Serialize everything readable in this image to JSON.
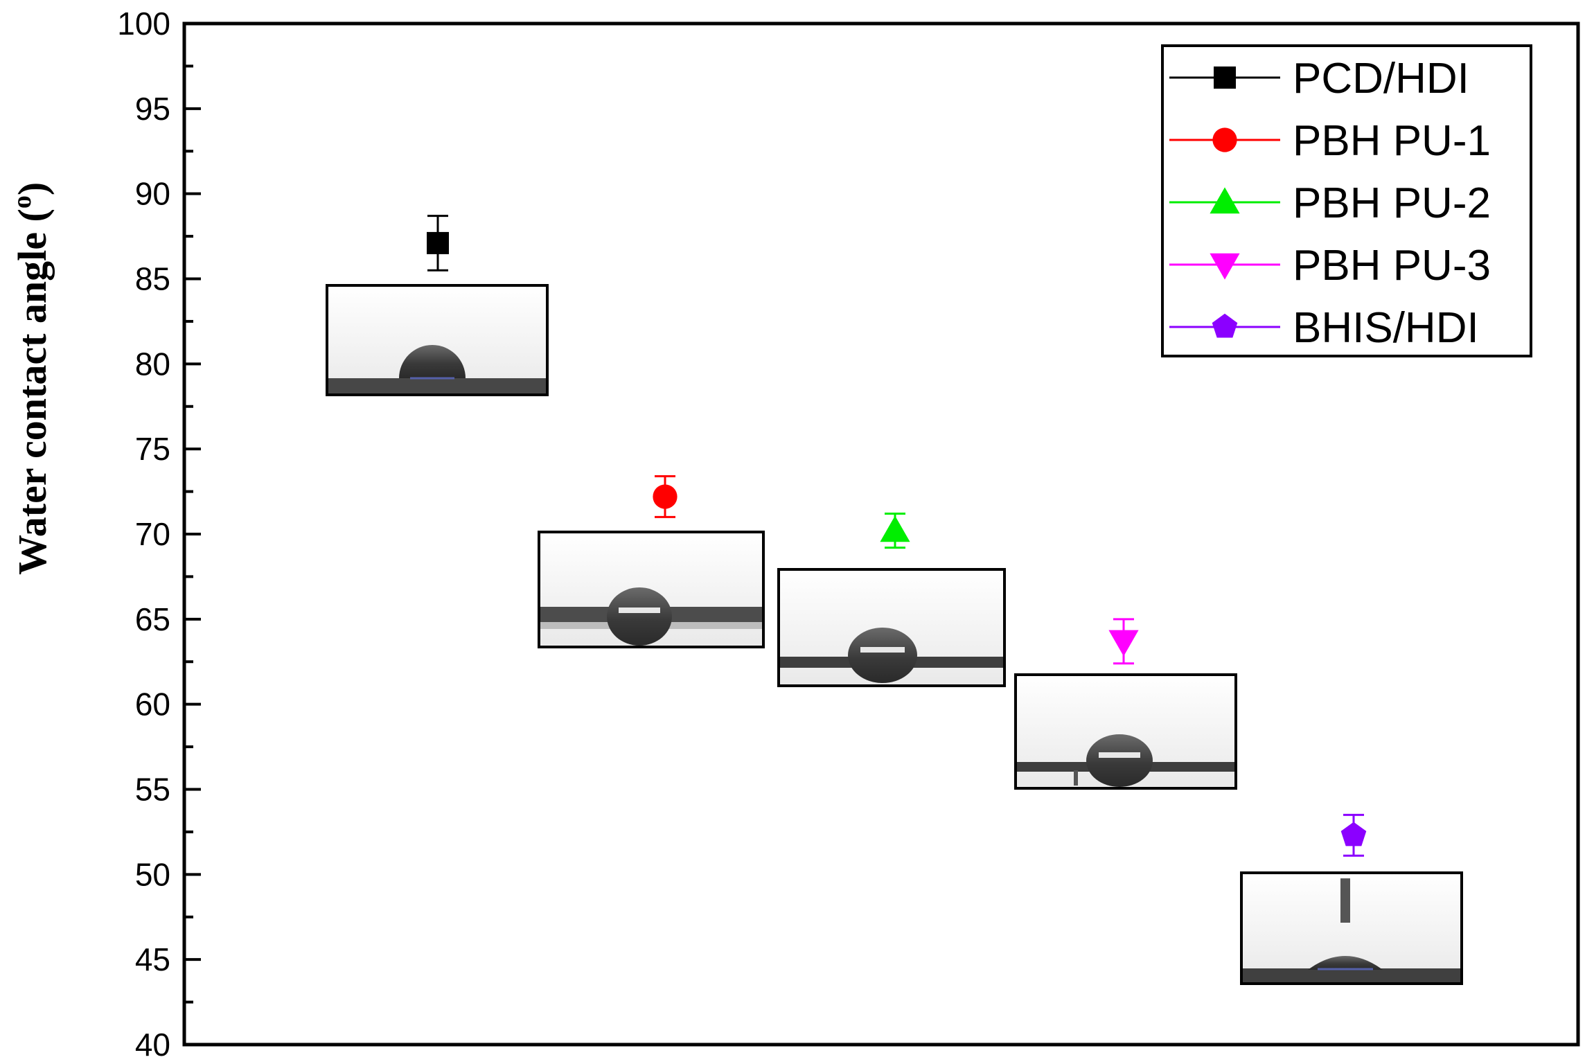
{
  "chart_data": {
    "type": "scatter",
    "title": "",
    "xlabel": "",
    "ylabel": "Water contact angle (",
    "ylabel_superscript": "o",
    "ylabel_close": ")",
    "ylim": [
      40,
      100
    ],
    "yticks": [
      "40",
      "45",
      "50",
      "55",
      "60",
      "65",
      "70",
      "75",
      "80",
      "85",
      "90",
      "95",
      "100"
    ],
    "grid": false,
    "legend_position": "top-right",
    "series": [
      {
        "name": "PCD/HDI",
        "marker": "square",
        "color": "#000000",
        "value": 87.1,
        "error": 1.6
      },
      {
        "name": "PBH PU-1",
        "marker": "circle",
        "color": "#ff0000",
        "value": 72.2,
        "error": 1.2
      },
      {
        "name": "PBH PU-2",
        "marker": "triangle-up",
        "color": "#00ee00",
        "value": 70.2,
        "error": 1.0
      },
      {
        "name": "PBH PU-3",
        "marker": "triangle-down",
        "color": "#ff00ff",
        "value": 63.7,
        "error": 1.3
      },
      {
        "name": "BHIS/HDI",
        "marker": "pentagon",
        "color": "#8b00ff",
        "value": 52.3,
        "error": 1.2
      }
    ]
  }
}
